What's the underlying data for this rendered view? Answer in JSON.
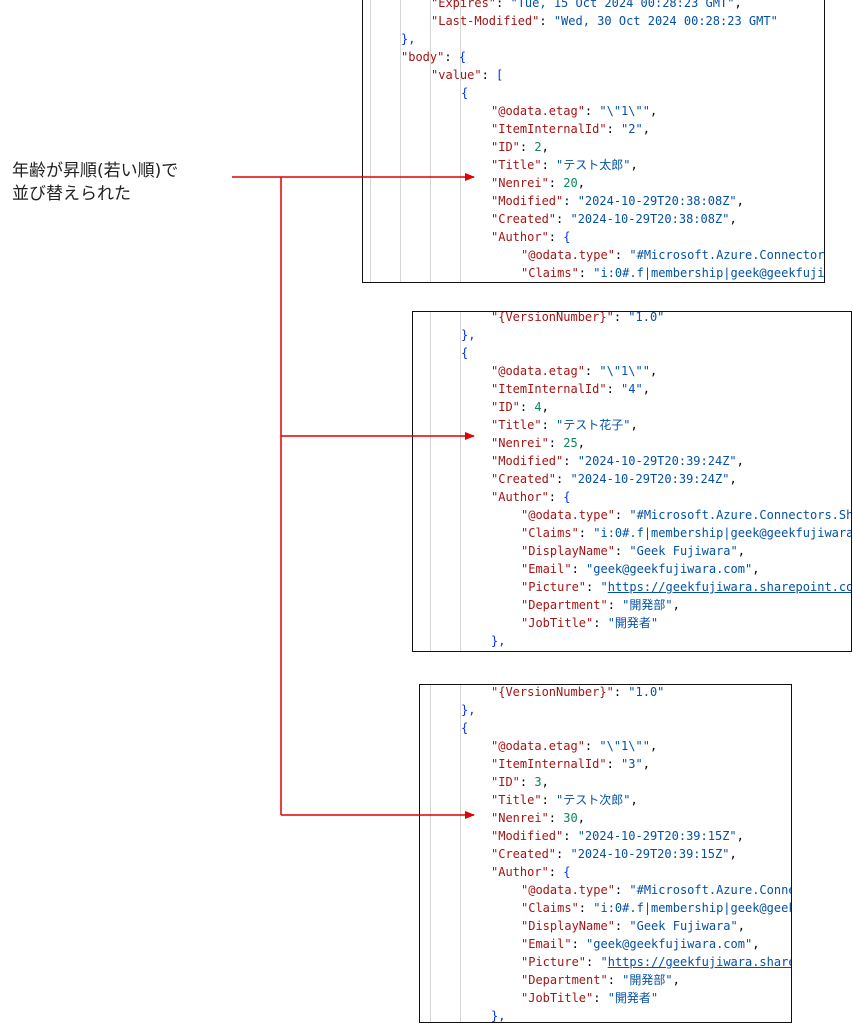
{
  "annotation": {
    "line1": "年齢が昇順(若い順)で",
    "line2": "並び替えられた"
  },
  "colors": {
    "key": "#a31515",
    "string": "#0451a5",
    "number": "#098658",
    "bracket": "#0431fa",
    "arrow": "#e00000"
  },
  "panels": [
    {
      "lines": [
        [
          {
            "t": "\"Expires\"",
            "c": "key"
          },
          {
            "t": ": ",
            "c": "pun"
          },
          {
            "t": "\"Tue, 15 Oct 2024 00:28:23 GMT\"",
            "c": "str"
          },
          {
            "t": ",",
            "c": "pun"
          }
        ],
        [
          {
            "t": "\"Last-Modified\"",
            "c": "key"
          },
          {
            "t": ": ",
            "c": "pun"
          },
          {
            "t": "\"Wed, 30 Oct 2024 00:28:23 GMT\"",
            "c": "str"
          }
        ],
        [
          {
            "t": "},",
            "c": "brk"
          }
        ],
        [
          {
            "t": "\"body\"",
            "c": "key"
          },
          {
            "t": ": ",
            "c": "pun"
          },
          {
            "t": "{",
            "c": "brk"
          }
        ],
        [
          {
            "t": "\"value\"",
            "c": "key"
          },
          {
            "t": ": ",
            "c": "pun"
          },
          {
            "t": "[",
            "c": "brk"
          }
        ],
        [
          {
            "t": "{",
            "c": "brk"
          }
        ],
        [
          {
            "t": "\"@odata.etag\"",
            "c": "key"
          },
          {
            "t": ": ",
            "c": "pun"
          },
          {
            "t": "\"\\\"1\\\"\"",
            "c": "str"
          },
          {
            "t": ",",
            "c": "pun"
          }
        ],
        [
          {
            "t": "\"ItemInternalId\"",
            "c": "key"
          },
          {
            "t": ": ",
            "c": "pun"
          },
          {
            "t": "\"2\"",
            "c": "str"
          },
          {
            "t": ",",
            "c": "pun"
          }
        ],
        [
          {
            "t": "\"ID\"",
            "c": "key"
          },
          {
            "t": ": ",
            "c": "pun"
          },
          {
            "t": "2",
            "c": "num"
          },
          {
            "t": ",",
            "c": "pun"
          }
        ],
        [
          {
            "t": "\"Title\"",
            "c": "key"
          },
          {
            "t": ": ",
            "c": "pun"
          },
          {
            "t": "\"テスト太郎\"",
            "c": "str"
          },
          {
            "t": ",",
            "c": "pun"
          }
        ],
        [
          {
            "t": "\"Nenrei\"",
            "c": "key"
          },
          {
            "t": ": ",
            "c": "pun"
          },
          {
            "t": "20",
            "c": "num"
          },
          {
            "t": ",",
            "c": "pun"
          }
        ],
        [
          {
            "t": "\"Modified\"",
            "c": "key"
          },
          {
            "t": ": ",
            "c": "pun"
          },
          {
            "t": "\"2024-10-29T20:38:08Z\"",
            "c": "str"
          },
          {
            "t": ",",
            "c": "pun"
          }
        ],
        [
          {
            "t": "\"Created\"",
            "c": "key"
          },
          {
            "t": ": ",
            "c": "pun"
          },
          {
            "t": "\"2024-10-29T20:38:08Z\"",
            "c": "str"
          },
          {
            "t": ",",
            "c": "pun"
          }
        ],
        [
          {
            "t": "\"Author\"",
            "c": "key"
          },
          {
            "t": ": ",
            "c": "pun"
          },
          {
            "t": "{",
            "c": "brk"
          }
        ],
        [
          {
            "t": "\"@odata.type\"",
            "c": "key"
          },
          {
            "t": ": ",
            "c": "pun"
          },
          {
            "t": "\"#Microsoft.Azure.Connectors.S",
            "c": "str"
          }
        ],
        [
          {
            "t": "\"Claims\"",
            "c": "key"
          },
          {
            "t": ": ",
            "c": "pun"
          },
          {
            "t": "\"i:0#.f|membership|geek@geekfujiwar",
            "c": "str"
          }
        ],
        [
          {
            "t": "\"DisplayName\"",
            "c": "key"
          },
          {
            "t": ": ",
            "c": "pun"
          },
          {
            "t": "\"Geek Fujiwara\"",
            "c": "str"
          }
        ]
      ]
    },
    {
      "lines": [
        [
          {
            "t": "\"{VersionNumber}\"",
            "c": "key"
          },
          {
            "t": ": ",
            "c": "pun"
          },
          {
            "t": "\"1.0\"",
            "c": "str"
          }
        ],
        [
          {
            "t": "},",
            "c": "brk"
          }
        ],
        [
          {
            "t": "{",
            "c": "brk"
          }
        ],
        [
          {
            "t": "\"@odata.etag\"",
            "c": "key"
          },
          {
            "t": ": ",
            "c": "pun"
          },
          {
            "t": "\"\\\"1\\\"\"",
            "c": "str"
          },
          {
            "t": ",",
            "c": "pun"
          }
        ],
        [
          {
            "t": "\"ItemInternalId\"",
            "c": "key"
          },
          {
            "t": ": ",
            "c": "pun"
          },
          {
            "t": "\"4\"",
            "c": "str"
          },
          {
            "t": ",",
            "c": "pun"
          }
        ],
        [
          {
            "t": "\"ID\"",
            "c": "key"
          },
          {
            "t": ": ",
            "c": "pun"
          },
          {
            "t": "4",
            "c": "num"
          },
          {
            "t": ",",
            "c": "pun"
          }
        ],
        [
          {
            "t": "\"Title\"",
            "c": "key"
          },
          {
            "t": ": ",
            "c": "pun"
          },
          {
            "t": "\"テスト花子\"",
            "c": "str"
          },
          {
            "t": ",",
            "c": "pun"
          }
        ],
        [
          {
            "t": "\"Nenrei\"",
            "c": "key"
          },
          {
            "t": ": ",
            "c": "pun"
          },
          {
            "t": "25",
            "c": "num"
          },
          {
            "t": ",",
            "c": "pun"
          }
        ],
        [
          {
            "t": "\"Modified\"",
            "c": "key"
          },
          {
            "t": ": ",
            "c": "pun"
          },
          {
            "t": "\"2024-10-29T20:39:24Z\"",
            "c": "str"
          },
          {
            "t": ",",
            "c": "pun"
          }
        ],
        [
          {
            "t": "\"Created\"",
            "c": "key"
          },
          {
            "t": ": ",
            "c": "pun"
          },
          {
            "t": "\"2024-10-29T20:39:24Z\"",
            "c": "str"
          },
          {
            "t": ",",
            "c": "pun"
          }
        ],
        [
          {
            "t": "\"Author\"",
            "c": "key"
          },
          {
            "t": ": ",
            "c": "pun"
          },
          {
            "t": "{",
            "c": "brk"
          }
        ],
        [
          {
            "t": "\"@odata.type\"",
            "c": "key"
          },
          {
            "t": ": ",
            "c": "pun"
          },
          {
            "t": "\"#Microsoft.Azure.Connectors.Share",
            "c": "str"
          }
        ],
        [
          {
            "t": "\"Claims\"",
            "c": "key"
          },
          {
            "t": ": ",
            "c": "pun"
          },
          {
            "t": "\"i:0#.f|membership|geek@geekfujiwara.c",
            "c": "str"
          }
        ],
        [
          {
            "t": "\"DisplayName\"",
            "c": "key"
          },
          {
            "t": ": ",
            "c": "pun"
          },
          {
            "t": "\"Geek Fujiwara\"",
            "c": "str"
          },
          {
            "t": ",",
            "c": "pun"
          }
        ],
        [
          {
            "t": "\"Email\"",
            "c": "key"
          },
          {
            "t": ": ",
            "c": "pun"
          },
          {
            "t": "\"geek@geekfujiwara.com\"",
            "c": "str"
          },
          {
            "t": ",",
            "c": "pun"
          }
        ],
        [
          {
            "t": "\"Picture\"",
            "c": "key"
          },
          {
            "t": ": ",
            "c": "pun"
          },
          {
            "t": "\"",
            "c": "str"
          },
          {
            "t": "https://geekfujiwara.sharepoint.com/",
            "c": "url"
          }
        ],
        [
          {
            "t": "\"Department\"",
            "c": "key"
          },
          {
            "t": ": ",
            "c": "pun"
          },
          {
            "t": "\"開発部\"",
            "c": "str"
          },
          {
            "t": ",",
            "c": "pun"
          }
        ],
        [
          {
            "t": "\"JobTitle\"",
            "c": "key"
          },
          {
            "t": ": ",
            "c": "pun"
          },
          {
            "t": "\"開発者\"",
            "c": "str"
          }
        ],
        [
          {
            "t": "},",
            "c": "brk"
          }
        ],
        [
          {
            "t": "\"Author#Claims\"",
            "c": "key"
          },
          {
            "t": ": ",
            "c": "pun"
          },
          {
            "t": "\"i:0#.f|membership|geek@geekfujiwar",
            "c": "str"
          }
        ]
      ]
    },
    {
      "lines": [
        [
          {
            "t": "\"{VersionNumber}\"",
            "c": "key"
          },
          {
            "t": ": ",
            "c": "pun"
          },
          {
            "t": "\"1.0\"",
            "c": "str"
          }
        ],
        [
          {
            "t": "},",
            "c": "brk"
          }
        ],
        [
          {
            "t": "{",
            "c": "brk"
          }
        ],
        [
          {
            "t": "\"@odata.etag\"",
            "c": "key"
          },
          {
            "t": ": ",
            "c": "pun"
          },
          {
            "t": "\"\\\"1\\\"\"",
            "c": "str"
          },
          {
            "t": ",",
            "c": "pun"
          }
        ],
        [
          {
            "t": "\"ItemInternalId\"",
            "c": "key"
          },
          {
            "t": ": ",
            "c": "pun"
          },
          {
            "t": "\"3\"",
            "c": "str"
          },
          {
            "t": ",",
            "c": "pun"
          }
        ],
        [
          {
            "t": "\"ID\"",
            "c": "key"
          },
          {
            "t": ": ",
            "c": "pun"
          },
          {
            "t": "3",
            "c": "num"
          },
          {
            "t": ",",
            "c": "pun"
          }
        ],
        [
          {
            "t": "\"Title\"",
            "c": "key"
          },
          {
            "t": ": ",
            "c": "pun"
          },
          {
            "t": "\"テスト次郎\"",
            "c": "str"
          },
          {
            "t": ",",
            "c": "pun"
          }
        ],
        [
          {
            "t": "\"Nenrei\"",
            "c": "key"
          },
          {
            "t": ": ",
            "c": "pun"
          },
          {
            "t": "30",
            "c": "num"
          },
          {
            "t": ",",
            "c": "pun"
          }
        ],
        [
          {
            "t": "\"Modified\"",
            "c": "key"
          },
          {
            "t": ": ",
            "c": "pun"
          },
          {
            "t": "\"2024-10-29T20:39:15Z\"",
            "c": "str"
          },
          {
            "t": ",",
            "c": "pun"
          }
        ],
        [
          {
            "t": "\"Created\"",
            "c": "key"
          },
          {
            "t": ": ",
            "c": "pun"
          },
          {
            "t": "\"2024-10-29T20:39:15Z\"",
            "c": "str"
          },
          {
            "t": ",",
            "c": "pun"
          }
        ],
        [
          {
            "t": "\"Author\"",
            "c": "key"
          },
          {
            "t": ": ",
            "c": "pun"
          },
          {
            "t": "{",
            "c": "brk"
          }
        ],
        [
          {
            "t": "\"@odata.type\"",
            "c": "key"
          },
          {
            "t": ": ",
            "c": "pun"
          },
          {
            "t": "\"#Microsoft.Azure.Connect",
            "c": "str"
          }
        ],
        [
          {
            "t": "\"Claims\"",
            "c": "key"
          },
          {
            "t": ": ",
            "c": "pun"
          },
          {
            "t": "\"i:0#.f|membership|geek@geekfu",
            "c": "str"
          }
        ],
        [
          {
            "t": "\"DisplayName\"",
            "c": "key"
          },
          {
            "t": ": ",
            "c": "pun"
          },
          {
            "t": "\"Geek Fujiwara\"",
            "c": "str"
          },
          {
            "t": ",",
            "c": "pun"
          }
        ],
        [
          {
            "t": "\"Email\"",
            "c": "key"
          },
          {
            "t": ": ",
            "c": "pun"
          },
          {
            "t": "\"geek@geekfujiwara.com\"",
            "c": "str"
          },
          {
            "t": ",",
            "c": "pun"
          }
        ],
        [
          {
            "t": "\"Picture\"",
            "c": "key"
          },
          {
            "t": ": ",
            "c": "pun"
          },
          {
            "t": "\"",
            "c": "str"
          },
          {
            "t": "https://geekfujiwara.sharepo",
            "c": "url"
          }
        ],
        [
          {
            "t": "\"Department\"",
            "c": "key"
          },
          {
            "t": ": ",
            "c": "pun"
          },
          {
            "t": "\"開発部\"",
            "c": "str"
          },
          {
            "t": ",",
            "c": "pun"
          }
        ],
        [
          {
            "t": "\"JobTitle\"",
            "c": "key"
          },
          {
            "t": ": ",
            "c": "pun"
          },
          {
            "t": "\"開発者\"",
            "c": "str"
          }
        ],
        [
          {
            "t": "},",
            "c": "brk"
          }
        ]
      ]
    }
  ]
}
